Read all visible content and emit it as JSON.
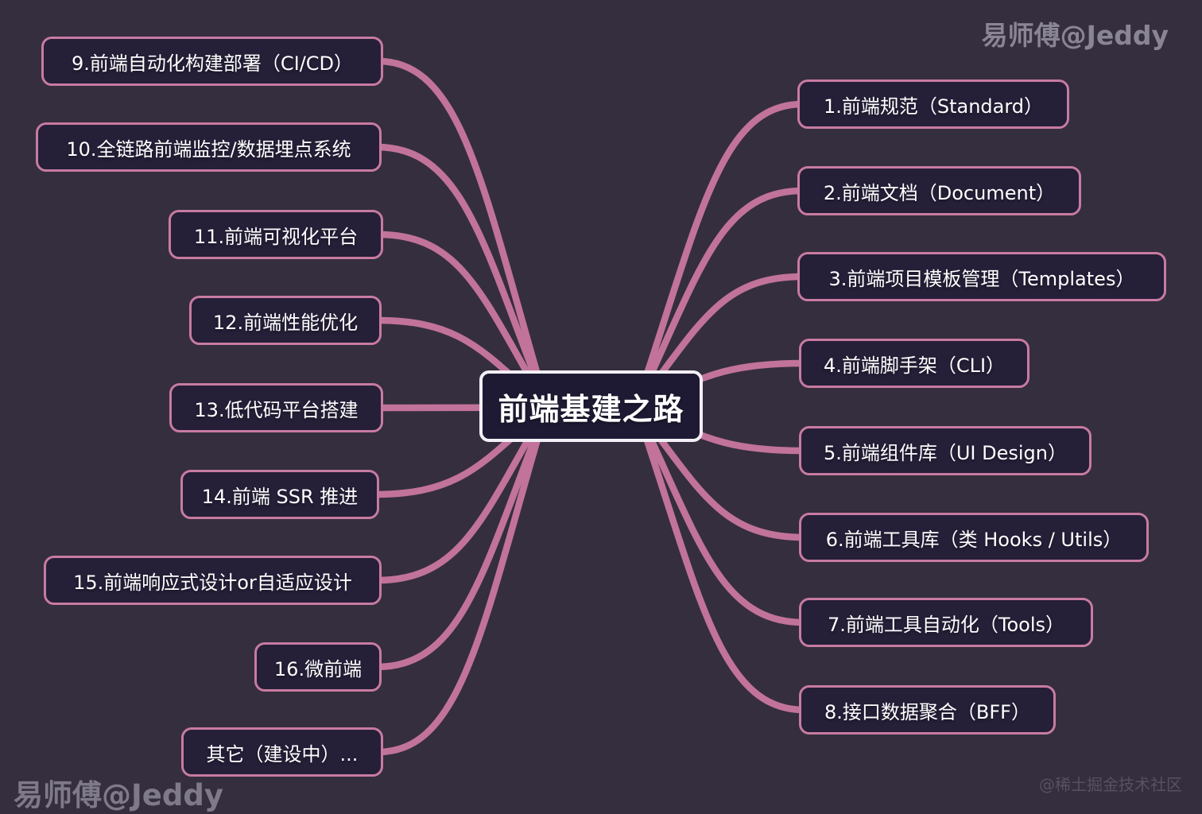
{
  "central": {
    "label": "前端基建之路"
  },
  "nodes": {
    "right": [
      {
        "label": "1.前端规范（Standard）"
      },
      {
        "label": "2.前端文档（Document）"
      },
      {
        "label": "3.前端项目模板管理（Templates）"
      },
      {
        "label": "4.前端脚手架（CLI）"
      },
      {
        "label": "5.前端组件库（UI Design）"
      },
      {
        "label": "6.前端工具库（类 Hooks / Utils）"
      },
      {
        "label": "7.前端工具自动化（Tools）"
      },
      {
        "label": "8.接口数据聚合（BFF）"
      }
    ],
    "left": [
      {
        "label": "9.前端自动化构建部署（CI/CD）"
      },
      {
        "label": "10.全链路前端监控/数据埋点系统"
      },
      {
        "label": "11.前端可视化平台"
      },
      {
        "label": "12.前端性能优化"
      },
      {
        "label": "13.低代码平台搭建"
      },
      {
        "label": "14.前端 SSR 推进"
      },
      {
        "label": "15.前端响应式设计or自适应设计"
      },
      {
        "label": "16.微前端"
      },
      {
        "label": "其它（建设中）..."
      }
    ]
  },
  "watermarks": {
    "top_right": "易师傅@Jeddy",
    "bottom_left": "易师傅@Jeddy",
    "bottom_right": "@稀土掘金技术社区"
  },
  "colors": {
    "background": "#352e3e",
    "node_fill": "#251f38",
    "node_border": "#c87ba2",
    "line": "#c2739a",
    "central_fill": "#1f1a33",
    "central_border": "#f2eff6",
    "text": "#ffffff",
    "watermark_top": "#8a8594",
    "watermark_bottom_left": "#7f7a89",
    "watermark_bottom_right": "#575160"
  }
}
